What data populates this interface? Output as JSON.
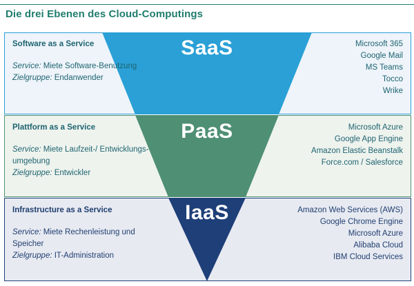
{
  "title": "Die drei Ebenen des Cloud-Computings",
  "colors": {
    "title": "#1f7d6e",
    "saas": "#2aa0d6",
    "paas": "#4f8f73",
    "iaas": "#1e3f78"
  },
  "layers": {
    "saas": {
      "label": "SaaS",
      "heading": "Software as a Service",
      "service_key": "Service:",
      "service_value": " Miete Software-Benutzung",
      "audience_key": "Zielgruppe:",
      "audience_value": " Endanwender",
      "examples": [
        "Microsoft 365",
        "Google Mail",
        "MS Teams",
        "Tocco",
        "Wrike"
      ]
    },
    "paas": {
      "label": "PaaS",
      "heading": "Plattform as a Service",
      "service_key": "Service:",
      "service_value": " Miete Laufzeit-/ Entwicklungs-umgebung",
      "audience_key": "Zielgruppe:",
      "audience_value": " Entwickler",
      "examples": [
        "Microsoft Azure",
        "Google App Engine",
        "Amazon Elastic Beanstalk",
        "Force.com / Salesforce"
      ]
    },
    "iaas": {
      "label": "IaaS",
      "heading": "Infrastructure as a Service",
      "service_key": "Service:",
      "service_value": " Miete Rechenleistung und Speicher",
      "audience_key": "Zielgruppe:",
      "audience_value": " IT-Administration",
      "examples": [
        "Amazon Web Services (AWS)",
        "Google Chrome Engine",
        "Microsoft Azure",
        "Alibaba Cloud",
        "IBM Cloud Services"
      ]
    }
  }
}
